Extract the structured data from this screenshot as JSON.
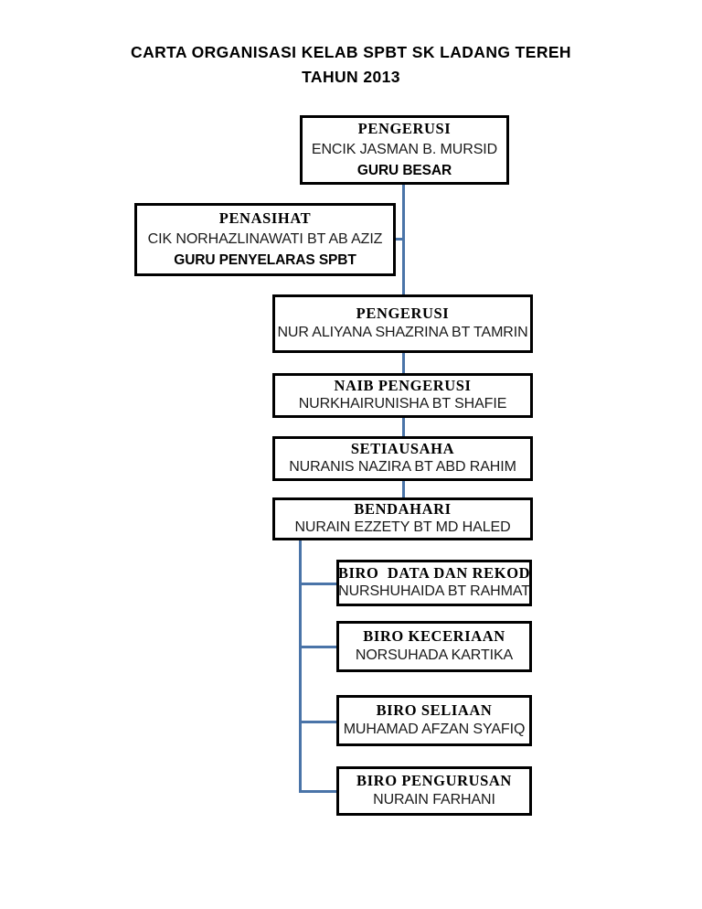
{
  "title": {
    "line1": "CARTA ORGANISASI KELAB SPBT SK LADANG TEREH",
    "line2": "TAHUN 2013"
  },
  "colors": {
    "connector": "#4a74a8",
    "box_border": "#000000",
    "text": "#000000",
    "background": "#ffffff"
  },
  "nodes": {
    "pengerusi_top": {
      "role": "PENGERUSI",
      "person": "ENCIK JASMAN B. MURSID",
      "subrole": "GURU BESAR"
    },
    "penasihat": {
      "role": "PENASIHAT",
      "person": "CIK NORHAZLINAWATI BT AB AZIZ",
      "subrole": "GURU PENYELARAS SPBT"
    },
    "pengerusi_murid": {
      "role": "PENGERUSI",
      "person": "NUR ALIYANA SHAZRINA BT TAMRIN"
    },
    "naib_pengerusi": {
      "role": "NAIB PENGERUSI",
      "person": "NURKHAIRUNISHA BT SHAFIE"
    },
    "setiausaha": {
      "role": "SETIAUSAHA",
      "person": "NURANIS NAZIRA BT ABD RAHIM"
    },
    "bendahari": {
      "role": "BENDAHARI",
      "person": "NURAIN EZZETY BT MD HALED"
    },
    "biro_data_rekod": {
      "role": "BIRO  DATA DAN REKOD",
      "person": "NURSHUHAIDA BT RAHMAT"
    },
    "biro_keceriaan": {
      "role": "BIRO KECERIAAN",
      "person": "NORSUHADA KARTIKA"
    },
    "biro_seliaan": {
      "role": "BIRO SELIAAN",
      "person": "MUHAMAD AFZAN SYAFIQ"
    },
    "biro_pengurusan": {
      "role": "BIRO PENGURUSAN",
      "person": "NURAIN FARHANI"
    }
  }
}
